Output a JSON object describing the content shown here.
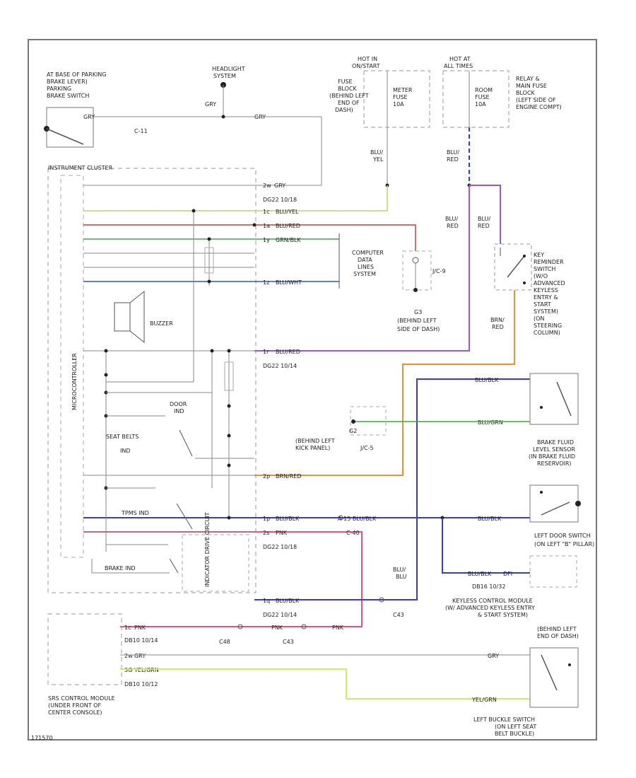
{
  "parking_brake": {
    "location_lines": [
      "AT BASE OF PARKING",
      "BRAKE LEVER)",
      "PARKING",
      "BRAKE SWITCH"
    ],
    "wire_label": "GRY",
    "connector": "C-11"
  },
  "headlight_switch": {
    "lines": [
      "HEADLIGHT",
      "SYSTEM"
    ],
    "wire_left": "GRY",
    "wire_right": "GRY"
  },
  "fuse_block": {
    "hot_lines": [
      "HOT IN",
      "ON/START"
    ],
    "block_lines": [
      "FUSE",
      "BLOCK",
      "(BEHIND LEFT",
      "END OF",
      "DASH)"
    ],
    "fuse_lines": [
      "METER",
      "FUSE",
      "10A"
    ]
  },
  "relay_block": {
    "hot_lines": [
      "HOT AT",
      "ALL TIMES"
    ],
    "fuse_lines": [
      "ROOM",
      "FUSE",
      "10A"
    ],
    "block_lines": [
      "RELAY &",
      "MAIN FUSE",
      "BLOCK",
      "(LEFT SIDE OF",
      "ENGINE COMPT)"
    ]
  },
  "wires": {
    "blu_yel": [
      "BLU/",
      "YEL"
    ],
    "blu_red_a": [
      "BLU/",
      "RED"
    ],
    "blu_red_b": [
      "BLU/",
      "RED"
    ],
    "blu_red_c": [
      "BLU/",
      "RED"
    ],
    "brn_red": [
      "BRN/",
      "RED"
    ],
    "blu_blu": [
      "BLU/",
      "BLU"
    ]
  },
  "instrument_cluster": {
    "title": "INSTRUMENT CLUSTER",
    "vertical_label": "MICROCONTROLLER",
    "pins": [
      {
        "pin": "2w",
        "wire": "GRY"
      },
      {
        "pin": "",
        "wire": "DG22 10/18"
      },
      {
        "pin": "1c",
        "wire": "BLU/YEL"
      },
      {
        "pin": "1a",
        "wire": "BLU/RED"
      },
      {
        "pin": "1y",
        "wire": "GRN/BLK"
      },
      {
        "pin": "1z",
        "wire": "BLU/WHT"
      },
      {
        "pin": "1r",
        "wire": "BLU/RED"
      },
      {
        "pin": "",
        "wire": "DG22 10/14"
      },
      {
        "pin": "2p",
        "wire": "BRN/RED"
      },
      {
        "pin": "1p",
        "wire": "BLU/BLK"
      },
      {
        "pin": "2s",
        "wire": "PNK"
      },
      {
        "pin": "",
        "wire": "DG22 10/18"
      },
      {
        "pin": "1q",
        "wire": "BLU/BLK"
      },
      {
        "pin": "",
        "wire": "DG22 10/14"
      }
    ],
    "buzzer": "BUZZER",
    "door_ind": [
      "DOOR",
      "IND"
    ],
    "seat_belts": [
      "SEAT BELTS",
      "IND"
    ],
    "tpms": "TPMS IND",
    "brake_ind": "BRAKE IND",
    "gauge_box": "INDICATOR DRIVE CIRCUIT"
  },
  "computer_data": {
    "lines": [
      "COMPUTER",
      "DATA",
      "LINES",
      "SYSTEM"
    ],
    "connector": "J/C-9",
    "ground_id": "G3",
    "ground_loc": [
      "(BEHIND LEFT",
      "SIDE OF DASH)"
    ]
  },
  "key_reminder": {
    "lines": [
      "KEY",
      "REMINDER",
      "SWITCH",
      "(W/O",
      "ADVANCED",
      "KEYLESS",
      "ENTRY &",
      "START",
      "SYSTEM)",
      "(ON",
      "STEERING",
      "COLUMN)"
    ]
  },
  "brake_fluid": {
    "wire_top": "BLU/BLK",
    "wire_bottom": "BLU/GRN",
    "lines": [
      "BRAKE FLUID",
      "LEVEL SENSOR",
      "(IN BRAKE FLUID",
      "RESERVOIR)"
    ],
    "ground_id": "G2",
    "ground_loc": [
      "(BEHIND LEFT",
      "KICK PANEL)"
    ],
    "connector": "J/C-5"
  },
  "door_switch": {
    "wire_a": "BLU/BLK",
    "wire_b": "A-15 BLU/BLK",
    "wire_c": "BLU/BLK",
    "lines": [
      "LEFT DOOR SWITCH",
      "(ON LEFT \"B\" PILLAR)"
    ]
  },
  "keyless_module": {
    "wire": "BLU/BLK",
    "pin": "DFI",
    "conn": "DB16 10/32",
    "lines": [
      "KEYLESS CONTROL MODULE",
      "(W/ ADVANCED KEYLESS ENTRY",
      "& START SYSTEM)",
      "(BEHIND LEFT",
      "END OF DASH)"
    ]
  },
  "srs_module": {
    "lines": [
      "SRS CONTROL MODULE",
      "(UNDER FRONT OF",
      "CENTER CONSOLE)"
    ],
    "pin1": "1c",
    "wire1": "PNK",
    "conn1": "DB10 10/14",
    "pin2": "2w",
    "wire2": "GRY",
    "pin3": "3G",
    "wire3": "YEL/GRN",
    "conn3": "DB10 10/12",
    "c48": "C48",
    "c43": "C43",
    "pnk_mid": "PNK",
    "pnk_mid2": "PNK",
    "c48_2": "C-40",
    "blu_conn": "C43"
  },
  "buckle_switch": {
    "wire_gry": "GRY",
    "wire_yel": "YEL/GRN",
    "lines": [
      "LEFT BUCKLE SWITCH",
      "(ON LEFT SEAT",
      "BELT BUCKLE)"
    ]
  },
  "colors": {
    "wire_default": "#888888",
    "green_yel": "#b8d86a",
    "blue_dash": "#2040ff",
    "purple": "#9b55d6",
    "dark_red": "#c04040",
    "green": "#44aa44",
    "blue_wht": "#3050e0",
    "orange": "#e8903a",
    "blue_blk": "#3a3adc",
    "pink": "#f0507a",
    "yel_grn": "#ccee66"
  },
  "footer": "171570"
}
